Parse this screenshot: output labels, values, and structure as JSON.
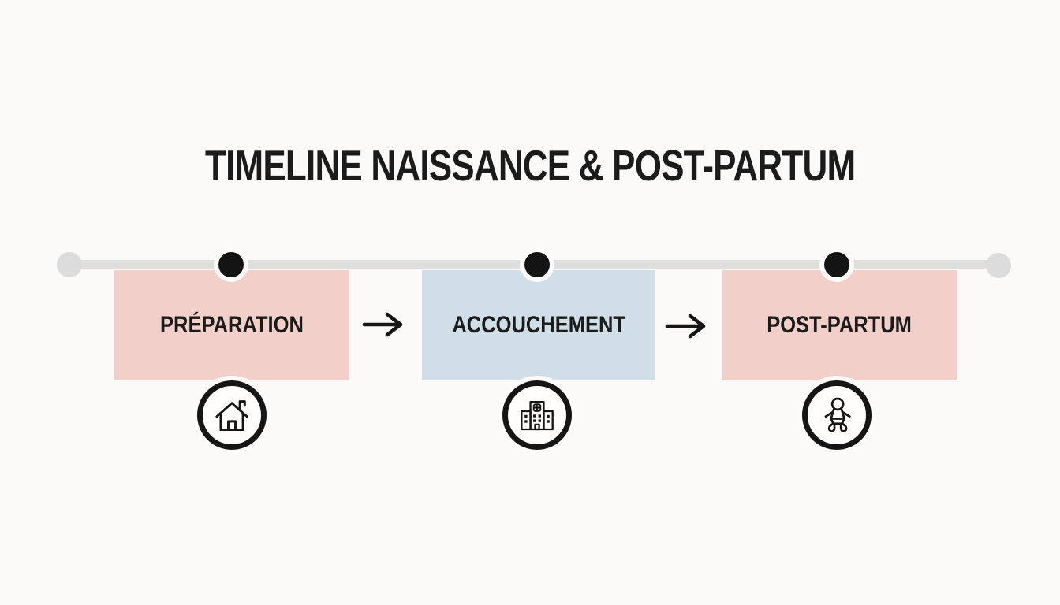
{
  "title": "TIMELINE NAISSANCE & POST-PARTUM",
  "timeline": {
    "track_color": "#DEDEDD",
    "endpoint_color": "#DCDCDC",
    "dot_color": "#141414"
  },
  "stages": [
    {
      "label": "PRÉPARATION",
      "icon": "house-icon",
      "color": "#F3CFCA"
    },
    {
      "label": "ACCOUCHEMENT",
      "icon": "hospital-icon",
      "color": "#CFDEE7"
    },
    {
      "label": "POST-PARTUM",
      "icon": "baby-icon",
      "color": "#F3CFCA"
    }
  ],
  "connectors": [
    {
      "type": "arrow-right"
    },
    {
      "type": "arrow-right"
    }
  ],
  "colors": {
    "background": "#FBFAF8",
    "stage_pink": "#F3CFCA",
    "stage_blue": "#CFDEE7",
    "text": "#1B1B1B"
  }
}
